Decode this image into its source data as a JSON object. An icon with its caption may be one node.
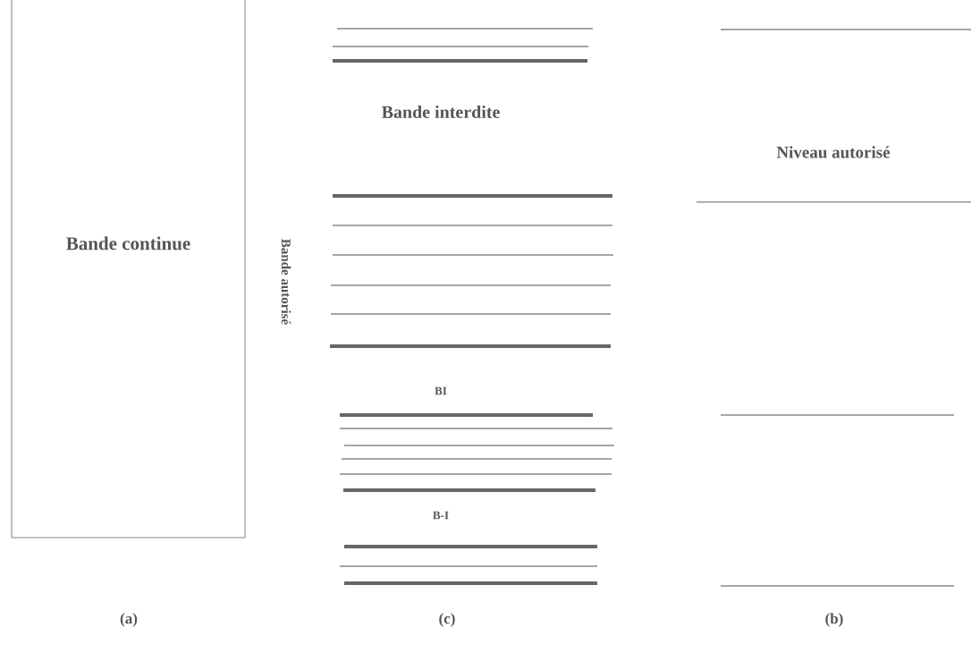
{
  "diagram": {
    "nodes": [
      {
        "text": [
          "Bande continue"
        ]
      }
    ],
    "edges": [],
    "labels": [
      "Bande interdite",
      "Niveau autorisé",
      "Bande autorisé",
      "BI",
      "B-I",
      "(a)",
      "(c)",
      "(b)"
    ]
  }
}
